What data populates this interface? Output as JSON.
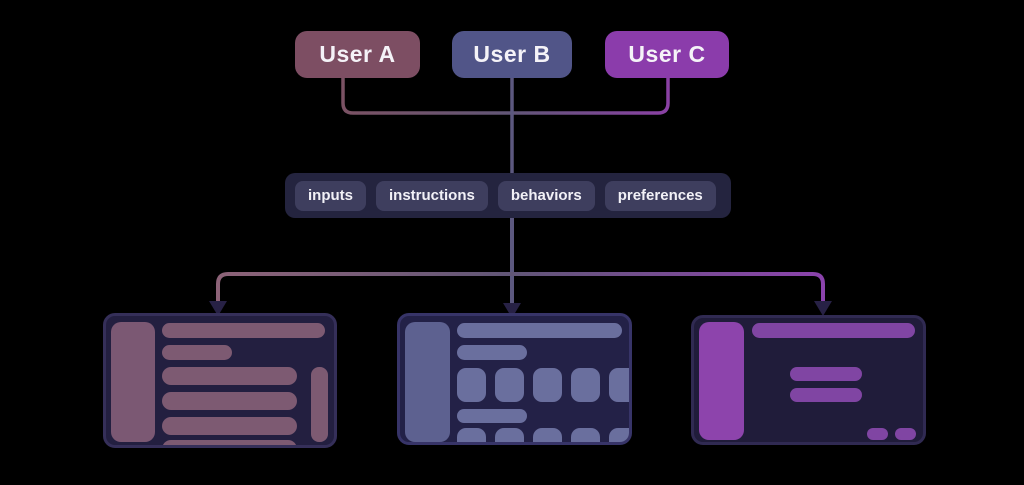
{
  "palette": {
    "background": "#000000",
    "slate_line": "#5c587f",
    "mauve_line": "#8d6378",
    "purple_line": "#8b43ac",
    "arrowhead": "#272145"
  },
  "users": [
    {
      "label": "User A",
      "color": "#7d4e63"
    },
    {
      "label": "User B",
      "color": "#515588"
    },
    {
      "label": "User C",
      "color": "#8b3cab"
    }
  ],
  "attributes": {
    "container_color": "#24243f",
    "pill_color": "#3e3e5e",
    "items": [
      {
        "label": "inputs"
      },
      {
        "label": "instructions"
      },
      {
        "label": "behaviors"
      },
      {
        "label": "preferences"
      }
    ]
  },
  "apps": [
    {
      "name": "personalized-app-a",
      "variant": "list-view",
      "bg": "#231f40",
      "border": "#352f59",
      "sidebar": "#7b5873",
      "accent": "#7d5a72"
    },
    {
      "name": "personalized-app-b",
      "variant": "grid-view",
      "bg": "#232147",
      "border": "#373468",
      "sidebar": "#5d6190",
      "accent": "#6a6f9e"
    },
    {
      "name": "personalized-app-c",
      "variant": "content-view",
      "bg": "#201c3a",
      "border": "#302a52",
      "sidebar": "#8d44ac",
      "accent": "#8045a3"
    }
  ]
}
